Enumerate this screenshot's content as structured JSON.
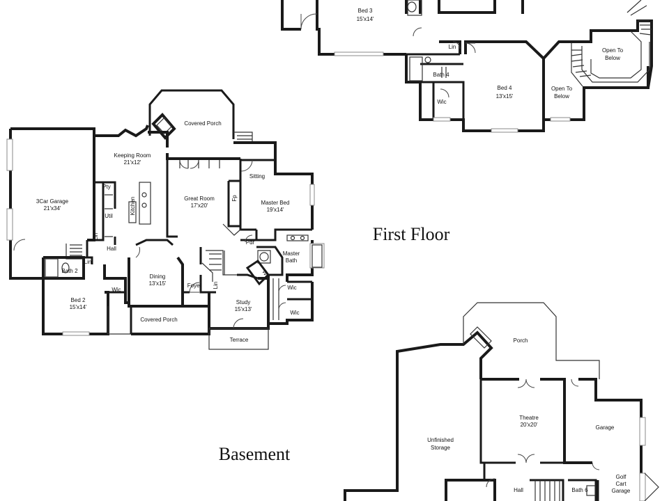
{
  "titles": {
    "first_floor": "First Floor",
    "basement": "Basement"
  },
  "rooms": {
    "bed3": {
      "name": "Bed 3",
      "dim": "15'x14'"
    },
    "lin_up": {
      "name": "Lin"
    },
    "open_below_1": {
      "name_1": "Open To",
      "name_2": "Below"
    },
    "bath4": {
      "name": "Bath 4"
    },
    "bed4": {
      "name": "Bed 4",
      "dim": "13'x15'"
    },
    "open_below_2": {
      "name_1": "Open To",
      "name_2": "Below"
    },
    "wic_up": {
      "name": "Wic"
    },
    "covered_porch_top": {
      "name": "Covered Porch"
    },
    "keeping": {
      "name": "Keeping Room",
      "dim": "21'x12'"
    },
    "garage3": {
      "name": "3Car Garage",
      "dim": "21'x34'"
    },
    "pty": {
      "name": "Pty"
    },
    "kitchen": {
      "name": "Kitchen"
    },
    "util": {
      "name": "Util"
    },
    "lin_a": {
      "name": "Lin"
    },
    "hall": {
      "name": "Hall"
    },
    "great": {
      "name": "Great Room",
      "dim": "17'x20'"
    },
    "sitting": {
      "name": "Sitting"
    },
    "fp": {
      "name": "Fp"
    },
    "master_bed": {
      "name": "Master Bed",
      "dim": "19'x14'"
    },
    "pdr": {
      "name": "Pdr"
    },
    "wc": {
      "name": "Wc"
    },
    "master_bath": {
      "name_1": "Master",
      "name_2": "Bath"
    },
    "bath2": {
      "name": "Bath 2"
    },
    "lin_b": {
      "name": "Lin"
    },
    "bed2": {
      "name": "Bed 2",
      "dim": "15'x14'"
    },
    "wic_a": {
      "name": "Wic"
    },
    "dining": {
      "name": "Dining",
      "dim": "13'x15'"
    },
    "foyer": {
      "name": "Foyer"
    },
    "lin_c": {
      "name": "Lin"
    },
    "study": {
      "name": "Study",
      "dim": "15'x13'"
    },
    "wic_b": {
      "name": "Wic"
    },
    "wic_c": {
      "name": "Wic"
    },
    "covered_porch_bot": {
      "name": "Covered Porch"
    },
    "terrace": {
      "name": "Terrace"
    },
    "porch": {
      "name": "Porch"
    },
    "theatre": {
      "name": "Theatre",
      "dim": "20'x20'"
    },
    "unfinished": {
      "name_1": "Unfinished",
      "name_2": "Storage"
    },
    "garage_b": {
      "name": "Garage"
    },
    "golf": {
      "name_1": "Golf",
      "name_2": "Cart",
      "name_3": "Garage"
    },
    "hall_b": {
      "name": "Hall"
    },
    "bath6": {
      "name": "Bath 6"
    }
  }
}
